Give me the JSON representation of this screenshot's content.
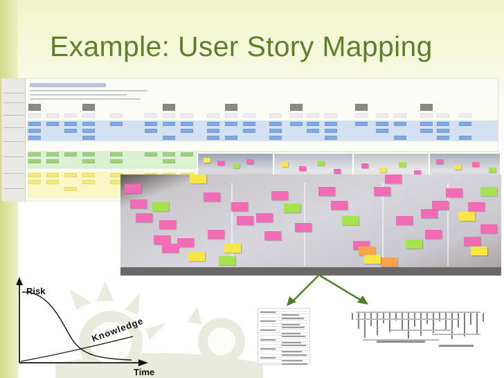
{
  "slide": {
    "title": "Example: User Story Mapping",
    "colors": {
      "title": "#5e7e2a",
      "accent_border": "#d3dc8a",
      "arrow": "#4f7f2a",
      "story_blue": "#7fa9e1",
      "story_green": "#9fd27e",
      "story_yellow": "#f4ea7a",
      "sticky_pink": "#f36bb4",
      "sticky_green": "#a4e34c",
      "sticky_yellow": "#f7e645",
      "sticky_orange": "#f7a548"
    }
  },
  "graph": {
    "y_label": "Risk",
    "x_label": "Time",
    "curve_label": "Knowledge"
  }
}
